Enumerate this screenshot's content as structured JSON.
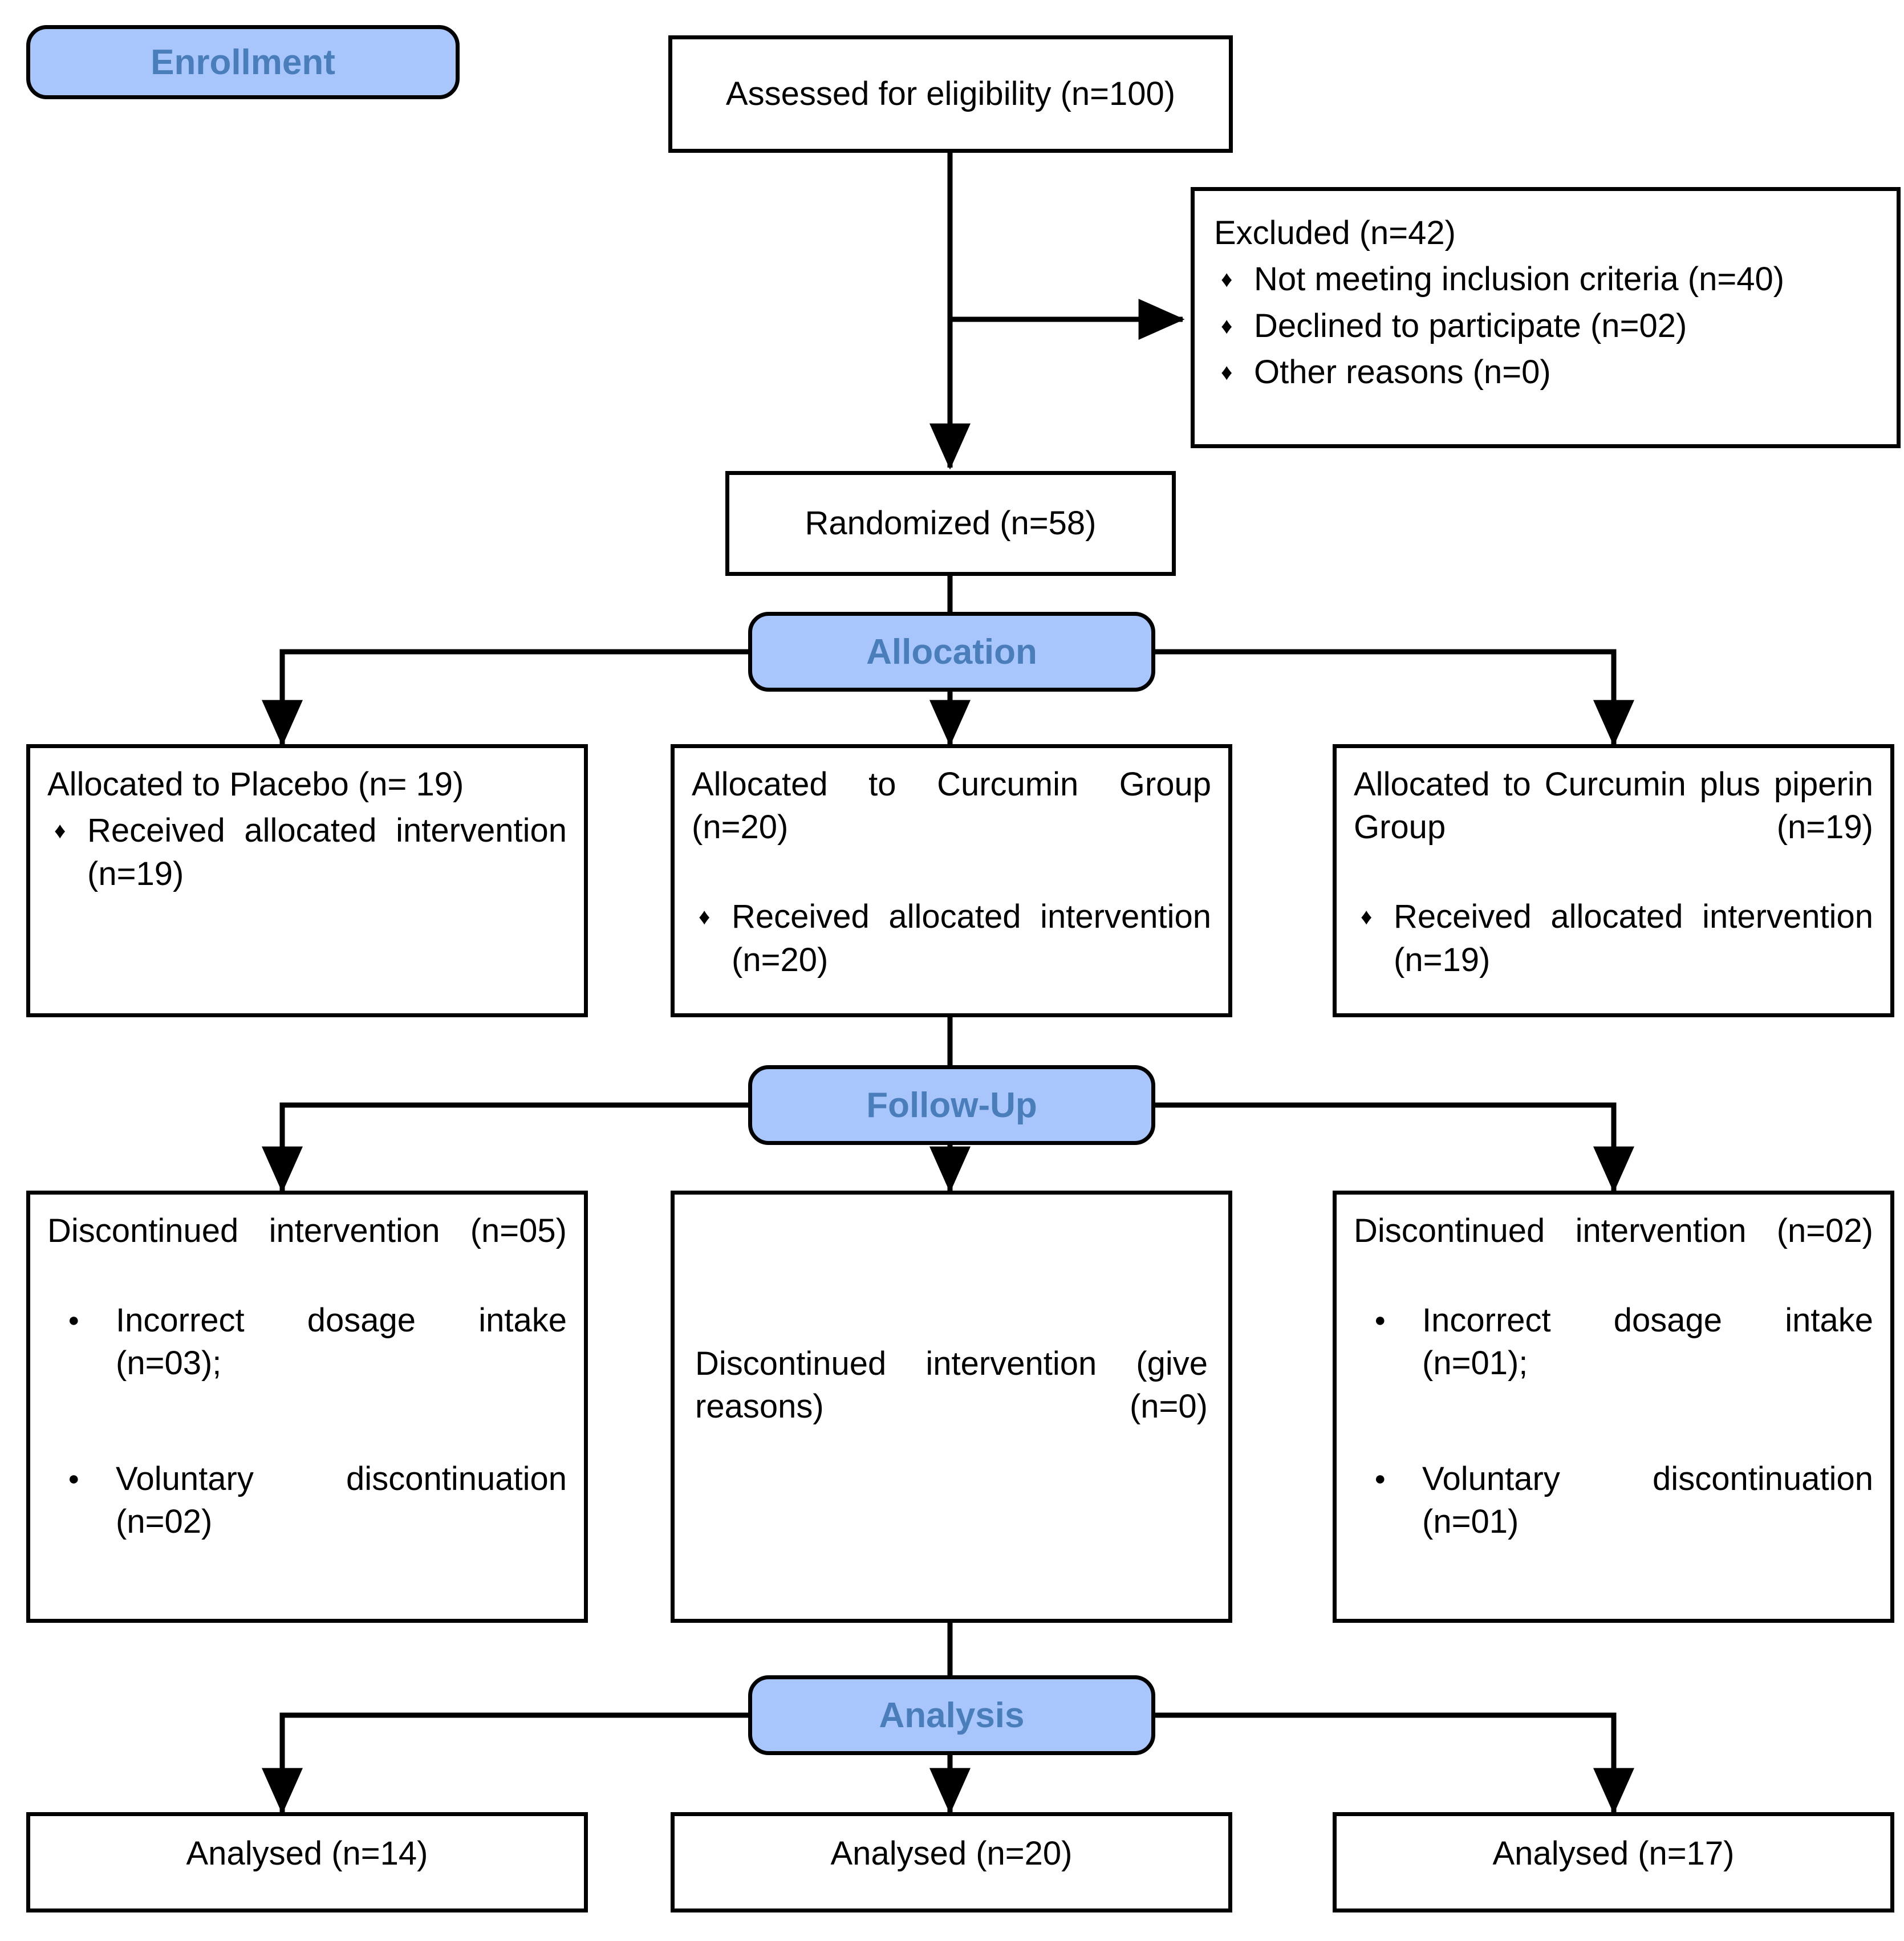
{
  "diagram": {
    "type": "consort-flow-diagram",
    "title": "CONSORT Flow Diagram",
    "accent_color": "#a8c6fb",
    "banner_text_color": "#4a7ebb",
    "line_color": "#000000"
  },
  "banners": {
    "enrollment": "Enrollment",
    "allocation": "Allocation",
    "followup": "Follow-Up",
    "analysis": "Analysis"
  },
  "enrollment": {
    "assessed": "Assessed for eligibility (n=100)",
    "excluded_header": "Excluded (n=42)",
    "excluded_reasons": [
      "Not meeting inclusion criteria (n=40)",
      "Declined to participate (n=02)",
      "Other reasons (n=0)"
    ],
    "randomized": "Randomized (n=58)"
  },
  "allocation": [
    {
      "header": "Allocated to Placebo (n= 19)",
      "items": [
        "Received allocated intervention (n=19)"
      ]
    },
    {
      "header": "Allocated to Curcumin Group (n=20)",
      "items": [
        "Received allocated intervention (n=20)"
      ]
    },
    {
      "header": "Allocated to Curcumin plus piperin Group (n=19)",
      "items": [
        "Received allocated intervention (n=19)"
      ]
    }
  ],
  "followup": [
    {
      "header": "Discontinued intervention (n=05)",
      "items": [
        "Incorrect dosage intake (n=03);",
        "Voluntary discontinuation (n=02)"
      ]
    },
    {
      "header": "Discontinued intervention (give reasons) (n=0)",
      "items": []
    },
    {
      "header": "Discontinued intervention (n=02)",
      "items": [
        "Incorrect dosage intake (n=01);",
        "Voluntary discontinuation (n=01)"
      ]
    }
  ],
  "analysis": [
    "Analysed (n=14)",
    "Analysed (n=20)",
    "Analysed (n=17)"
  ],
  "chart_data": {
    "type": "table",
    "title": "CONSORT participant flow",
    "stages": [
      "Enrollment",
      "Allocation",
      "Follow-Up",
      "Analysis"
    ],
    "assessed_for_eligibility": 100,
    "excluded_total": 42,
    "excluded_breakdown": {
      "not_meeting_inclusion_criteria": 40,
      "declined_to_participate": 2,
      "other_reasons": 0
    },
    "randomized": 58,
    "arms": [
      "Placebo",
      "Curcumin",
      "Curcumin plus piperin"
    ],
    "allocated": [
      19,
      20,
      19
    ],
    "received_intervention": [
      19,
      20,
      19
    ],
    "discontinued": [
      5,
      0,
      2
    ],
    "discontinued_reasons": {
      "Placebo": {
        "incorrect_dosage_intake": 3,
        "voluntary_discontinuation": 2
      },
      "Curcumin": {},
      "Curcumin plus piperin": {
        "incorrect_dosage_intake": 1,
        "voluntary_discontinuation": 1
      }
    },
    "analysed": [
      14,
      20,
      17
    ]
  }
}
